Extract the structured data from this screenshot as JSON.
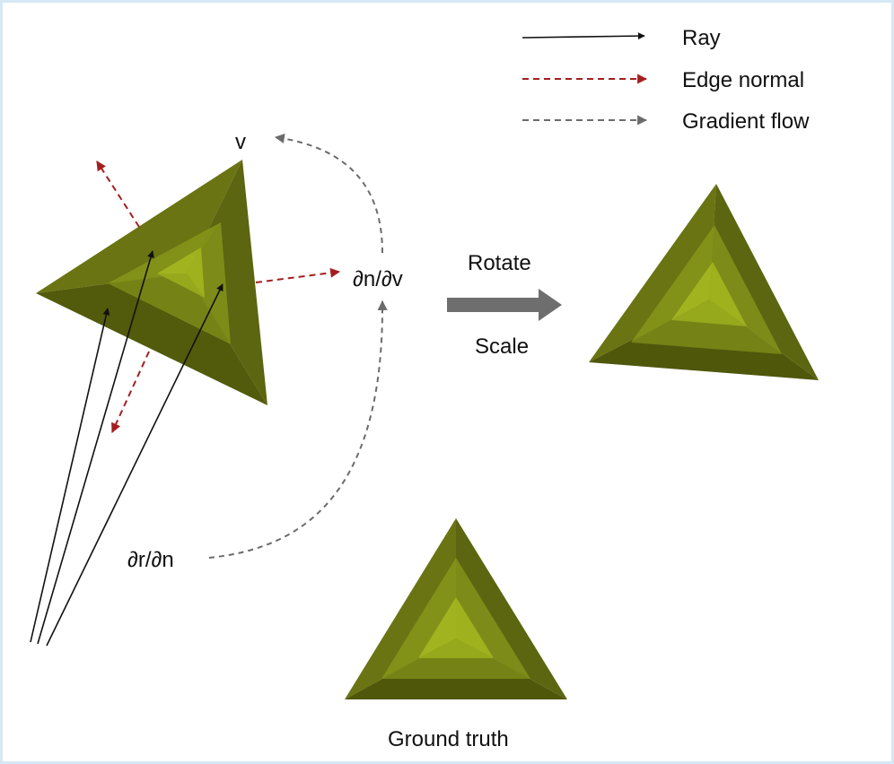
{
  "legend": {
    "ray": "Ray",
    "edge_normal": "Edge normal",
    "gradient_flow": "Gradient flow"
  },
  "labels": {
    "vertex": "v",
    "dn_dv": "∂n/∂v",
    "dr_dn": "∂r/∂n",
    "rotate": "Rotate",
    "scale": "Scale",
    "ground_truth": "Ground truth"
  },
  "colors": {
    "ray": "#111111",
    "edge_normal": "#a31f1f",
    "gradient_flow": "#6b6b6b",
    "transform_arrow": "#6e6e6e",
    "triangle_center": "#a4b71f",
    "triangle_edge": "#3e3f07",
    "background_border": "#d6e8f6"
  }
}
